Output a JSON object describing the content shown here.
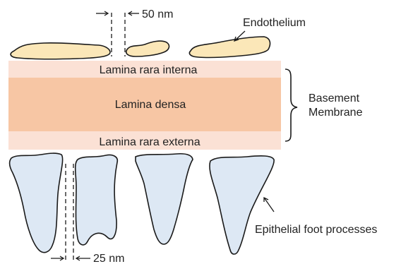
{
  "labels": {
    "gap_top": "50 nm",
    "endothelium": "Endothelium",
    "rara_interna": "Lamina rara interna",
    "densa": "Lamina densa",
    "rara_externa": "Lamina rara externa",
    "basement_line1": "Basement",
    "basement_line2": "Membrane",
    "foot_processes": "Epithelial foot processes",
    "gap_bottom": "25 nm"
  },
  "colors": {
    "endothelium_fill": "#fbe7b8",
    "rara_fill": "#fbe1d5",
    "densa_fill": "#f7c6a4",
    "foot_fill": "#dde8f4",
    "outline": "#1a1a1a"
  }
}
